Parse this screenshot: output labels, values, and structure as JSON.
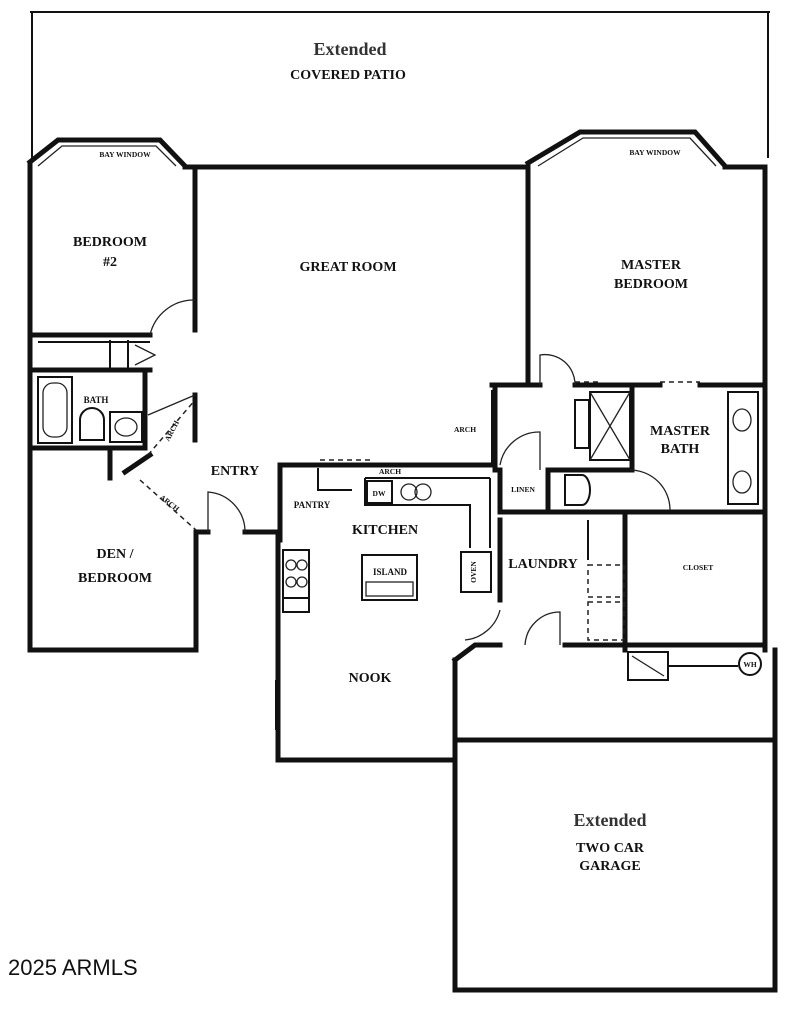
{
  "patio": {
    "tag": "Extended",
    "name": "COVERED PATIO"
  },
  "bay_window_left": "BAY WINDOW",
  "bay_window_right": "BAY WINDOW",
  "bedroom2": {
    "line1": "BEDROOM",
    "line2": "#2"
  },
  "great_room": "GREAT ROOM",
  "master_bedroom": {
    "line1": "MASTER",
    "line2": "BEDROOM"
  },
  "bath": "BATH",
  "arch_left": "ARCH",
  "arch_entry": "ARCH",
  "arch_great": "ARCH",
  "arch_kitchen": "ARCH",
  "master_bath": {
    "line1": "MASTER",
    "line2": "BATH"
  },
  "entry": "ENTRY",
  "pantry": "PANTRY",
  "dw": "DW",
  "kitchen": "KITCHEN",
  "island": "ISLAND",
  "oven": "OVEN",
  "linen": "LINEN",
  "laundry": "LAUNDRY",
  "closet": "CLOSET",
  "den": {
    "line1": "DEN /",
    "line2": "BEDROOM"
  },
  "nook": "NOOK",
  "water_heater": "WH",
  "garage": {
    "tag": "Extended",
    "line1": "TWO CAR",
    "line2": "GARAGE"
  },
  "copyright": "2025 ARMLS"
}
